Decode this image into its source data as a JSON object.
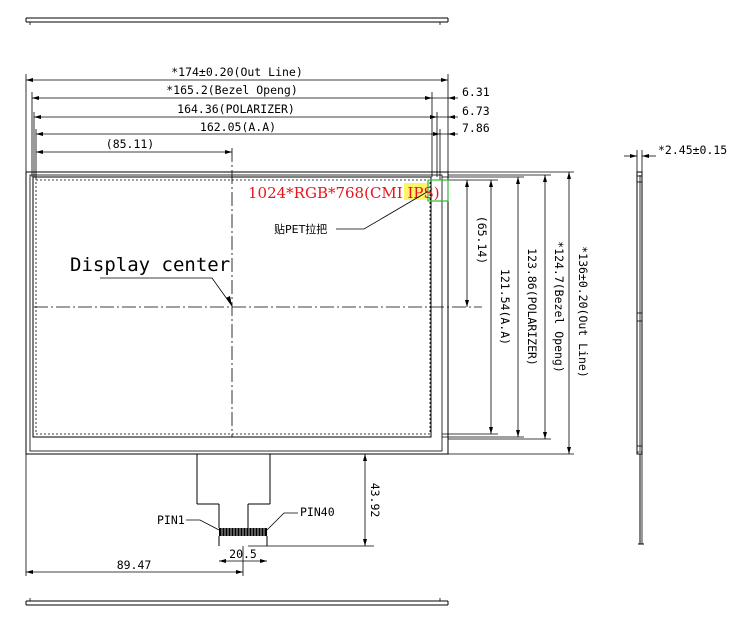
{
  "dimensions": {
    "outline_width": "*174±0.20(Out Line)",
    "bezel_width": "*165.2(Bezel Openg)",
    "polarizer_width": "164.36(POLARIZER)",
    "active_area_width": "162.05(A.A)",
    "display_center_x": "(85.11)",
    "right_gap_1": "6.31",
    "right_gap_2": "6.73",
    "right_gap_3": "7.86",
    "thickness": "*2.45±0.15",
    "display_center_y": "(65.14)",
    "active_area_height": "121.54(A.A)",
    "polarizer_height": "123.86(POLARIZER)",
    "bezel_height": "*124.7(Bezel Openg)",
    "outline_height": "*136±0.20(Out Line)",
    "fpc_length": "43.92",
    "connector_width": "20.5",
    "fpc_offset": "89.47"
  },
  "labels": {
    "resolution": "1024*RGB*768(CMI IPS)",
    "pet_tab": "贴PET拉把",
    "display_center": "Display center",
    "pin1": "PIN1",
    "pin40": "PIN40"
  },
  "colors": {
    "line": "#000000",
    "resolution_text": "#e8141b",
    "highlight_box": "#2fbf2f",
    "highlight_fill": "#fff36a"
  }
}
